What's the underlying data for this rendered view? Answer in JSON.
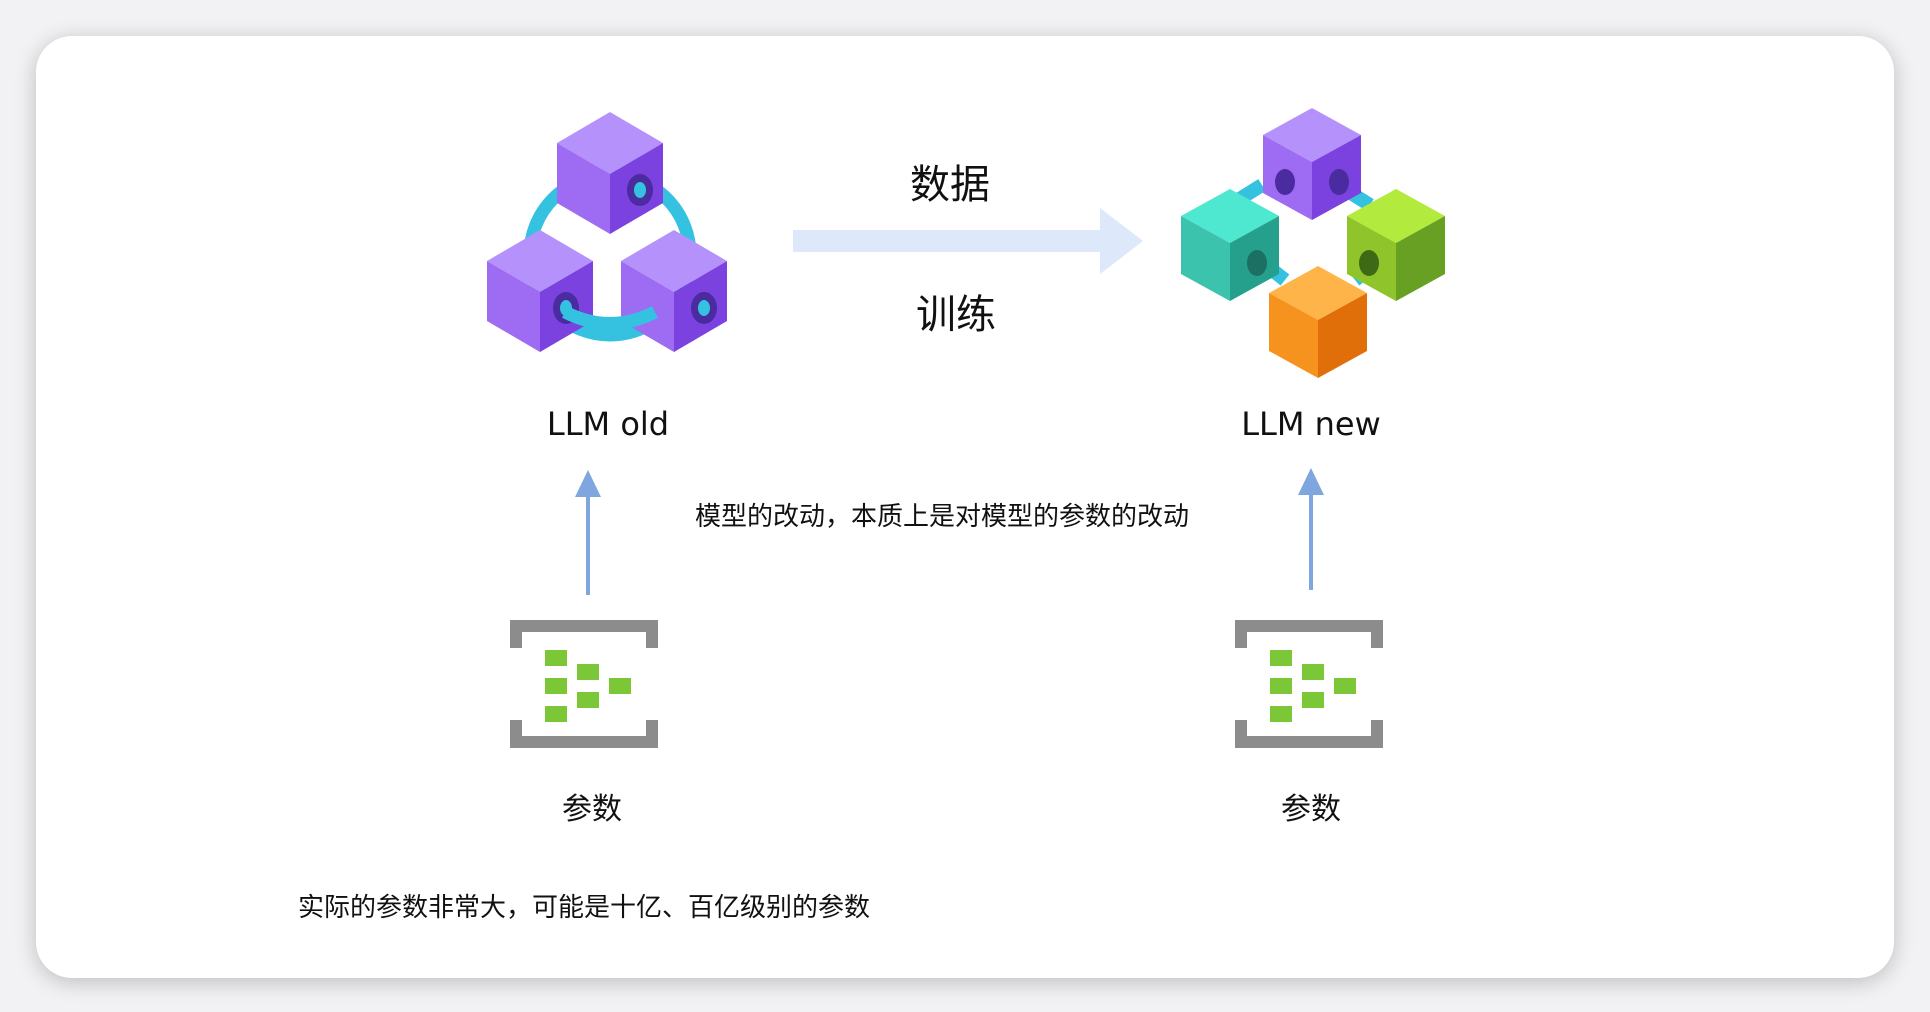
{
  "models": [
    {
      "label": "LLM  old"
    },
    {
      "label": "LLM  new"
    }
  ],
  "arrow": {
    "top_label": "数据",
    "bottom_label": "训练"
  },
  "params": [
    {
      "label": "参数"
    },
    {
      "label": "参数"
    }
  ],
  "notes": {
    "center": "模型的改动，本质上是对模型的参数的改动",
    "bottom": "实际的参数非常大，可能是十亿、百亿级别的参数"
  },
  "icons": {
    "old_model": "purple-cubes-network-icon",
    "new_model": "colored-cubes-network-icon",
    "params": "parameter-matrix-icon"
  },
  "colors": {
    "purple_top": "#b592fb",
    "purple_left": "#9d6cf2",
    "purple_right": "#7b42df",
    "link": "#35c2e0",
    "arrow_light": "#dde9fa",
    "arrow_blue": "#7fa6de",
    "teal_top": "#4ee7cf",
    "green_top": "#b2ea3e",
    "orange_top": "#ffb44a",
    "param_bracket": "#8c8c8c",
    "param_green": "#7cc738"
  }
}
